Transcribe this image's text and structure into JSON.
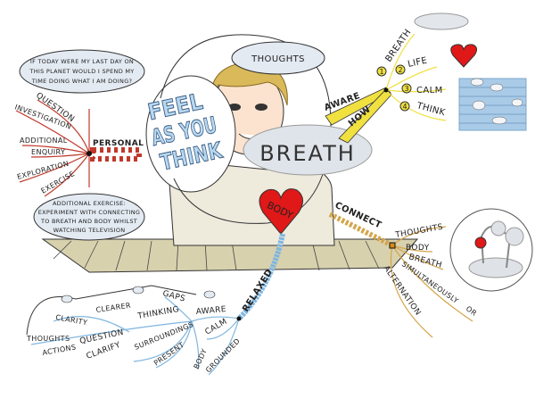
{
  "title": {
    "line1": "FEEL",
    "line2": "AS YOU",
    "line3": "THINK"
  },
  "center": {
    "thoughts": "THOUGHTS",
    "breath": "BREATH",
    "body": "BODY"
  },
  "top_left_cloud": [
    "IF TODAY WERE MY LAST DAY ON",
    "THIS PLANET WOULD I SPEND MY",
    "TIME DOING WHAT I AM DOING?"
  ],
  "bottom_left_cloud": [
    "ADDITIONAL EXERCISE:",
    "EXPERIMENT WITH CONNECTING",
    "TO BREATH AND BODY WHILST",
    "WATCHING TELEVISION"
  ],
  "personal": {
    "label": "PERSONAL",
    "branches": [
      "QUESTION",
      "INVESTIGATION",
      "ADDITIONAL",
      "ENQUIRY",
      "EXPLORATION",
      "EXERCISE"
    ]
  },
  "aware_how": {
    "aware": "AWARE",
    "how": "HOW",
    "items": [
      {
        "num": "1",
        "label": "BREATH"
      },
      {
        "num": "2",
        "label": "LIFE"
      },
      {
        "num": "3",
        "label": "CALM"
      },
      {
        "num": "4",
        "label": "THINK"
      }
    ]
  },
  "connect": {
    "label": "CONNECT",
    "branches": [
      "THOUGHTS",
      "BODY",
      "BREATH",
      "SIMULTANEOUSLY",
      "OR",
      "ALTERNATION"
    ]
  },
  "relaxed": {
    "label": "RELAXED",
    "branches": [
      "GAPS",
      "AWARE",
      "CALM",
      "GROUNDED",
      "THINKING",
      "SURROUNDINGS",
      "PRESENT",
      "BODY",
      "CLARITY",
      "CLEARER",
      "THOUGHTS",
      "QUESTION",
      "ACTIONS",
      "CLARIFY"
    ]
  },
  "colors": {
    "personal": "#c0392b",
    "aware": "#f0e040",
    "connect": "#d4a54a",
    "relaxed": "#7fb6e0",
    "heart": "#e01818",
    "table": "#d8d1ae",
    "cloud": "#e3eaf2"
  }
}
